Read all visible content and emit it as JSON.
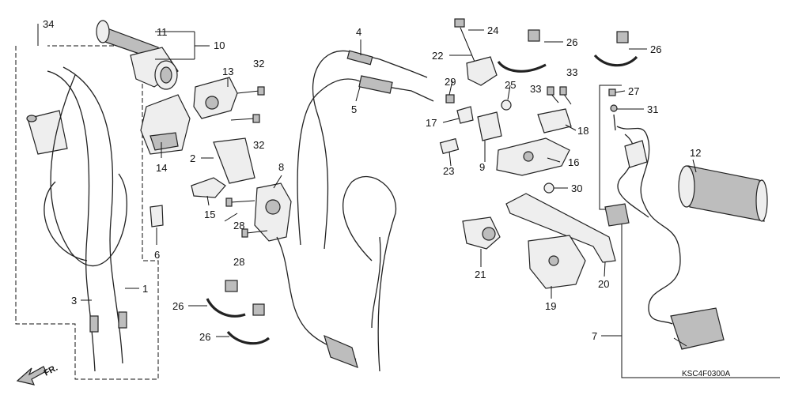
{
  "diagram_code": "KSC4F0300A",
  "direction_label": "FR.",
  "callouts": {
    "c1": "1",
    "c2": "2",
    "c3": "3",
    "c4": "4",
    "c5": "5",
    "c6": "6",
    "c7": "7",
    "c8": "8",
    "c9": "9",
    "c10": "10",
    "c11": "11",
    "c12": "12",
    "c13": "13",
    "c14": "14",
    "c15": "15",
    "c16": "16",
    "c17": "17",
    "c18": "18",
    "c19": "19",
    "c20": "20",
    "c21": "21",
    "c22": "22",
    "c23": "23",
    "c24": "24",
    "c25": "25",
    "c26a": "26",
    "c26b": "26",
    "c26c": "26",
    "c26d": "26",
    "c27": "27",
    "c28a": "28",
    "c28b": "28",
    "c29": "29",
    "c30": "30",
    "c31": "31",
    "c32a": "32",
    "c32b": "32",
    "c33a": "33",
    "c33b": "33",
    "c34": "34"
  }
}
